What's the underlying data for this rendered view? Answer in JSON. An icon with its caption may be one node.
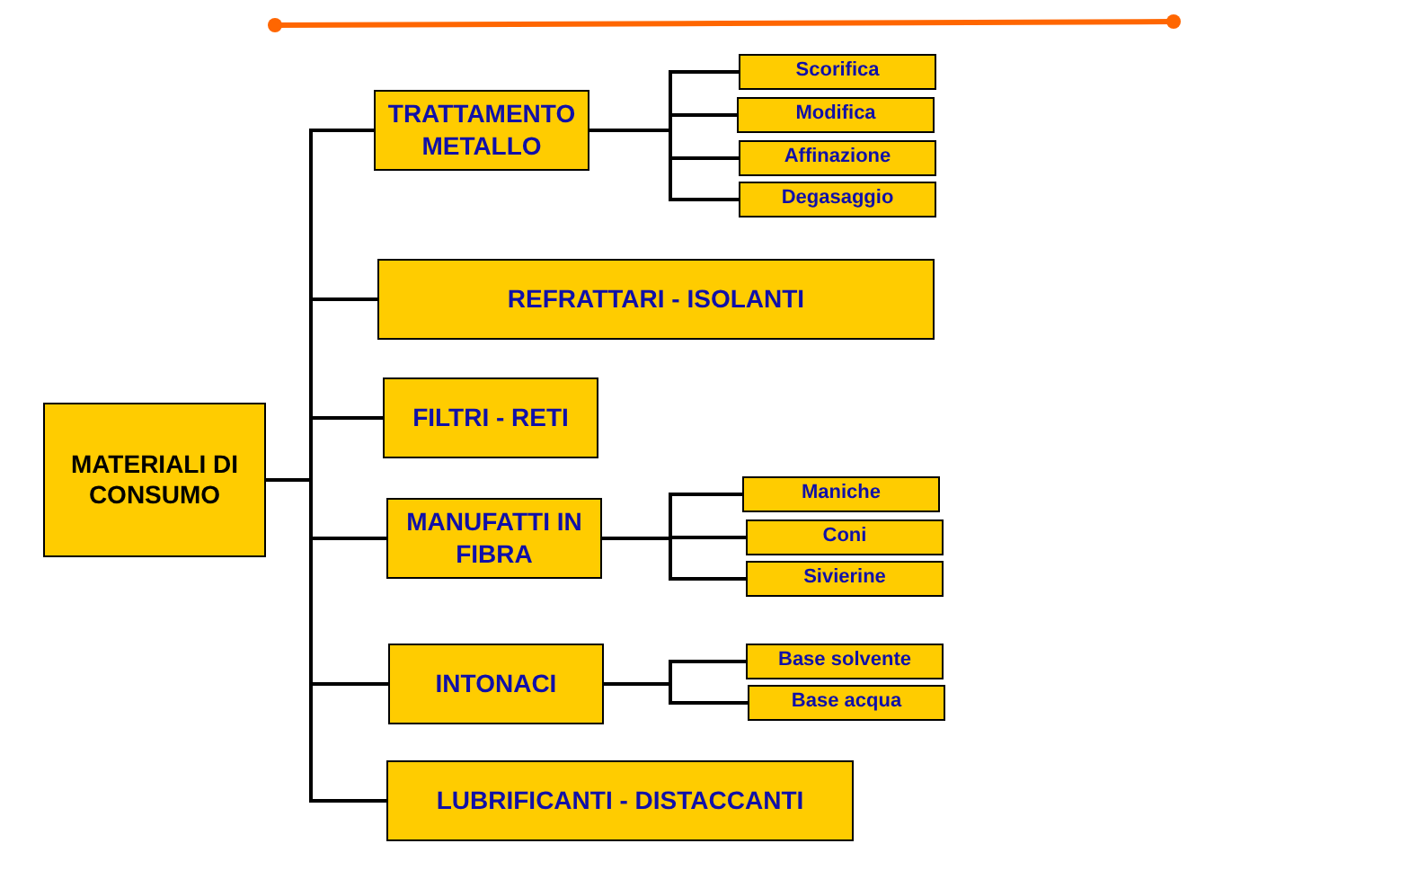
{
  "diagram": {
    "nodes": [
      {
        "text": [
          "MATERIALI DI CONSUMO"
        ]
      },
      {
        "text": [
          "TRATTAMENTO METALLO"
        ]
      },
      {
        "text": [
          "Scorifica"
        ]
      },
      {
        "text": [
          "Modifica"
        ]
      },
      {
        "text": [
          "Affinazione"
        ]
      },
      {
        "text": [
          "Degasaggio"
        ]
      },
      {
        "text": [
          "REFRATTARI - ISOLANTI"
        ]
      },
      {
        "text": [
          "FILTRI -  RETI"
        ]
      },
      {
        "text": [
          "MANUFATTI IN FIBRA"
        ]
      },
      {
        "text": [
          "Maniche"
        ]
      },
      {
        "text": [
          "Coni"
        ]
      },
      {
        "text": [
          "Sivierine"
        ]
      },
      {
        "text": [
          "INTONACI"
        ]
      },
      {
        "text": [
          "Base solvente"
        ]
      },
      {
        "text": [
          "Base acqua"
        ]
      },
      {
        "text": [
          "LUBRIFICANTI - DISTACCANTI"
        ]
      }
    ],
    "edges": [
      {
        "from": 0,
        "to": 1,
        "arrow": "none"
      },
      {
        "from": 0,
        "to": 6,
        "arrow": "none"
      },
      {
        "from": 0,
        "to": 7,
        "arrow": "none"
      },
      {
        "from": 0,
        "to": 8,
        "arrow": "none"
      },
      {
        "from": 0,
        "to": 12,
        "arrow": "none"
      },
      {
        "from": 0,
        "to": 15,
        "arrow": "none"
      },
      {
        "from": 1,
        "to": 2,
        "arrow": "none"
      },
      {
        "from": 1,
        "to": 3,
        "arrow": "none"
      },
      {
        "from": 1,
        "to": 4,
        "arrow": "none"
      },
      {
        "from": 1,
        "to": 5,
        "arrow": "none"
      },
      {
        "from": 8,
        "to": 9,
        "arrow": "none"
      },
      {
        "from": 8,
        "to": 10,
        "arrow": "none"
      },
      {
        "from": 8,
        "to": 11,
        "arrow": "none"
      },
      {
        "from": 12,
        "to": 13,
        "arrow": "none"
      },
      {
        "from": 12,
        "to": 14,
        "arrow": "none"
      }
    ]
  }
}
